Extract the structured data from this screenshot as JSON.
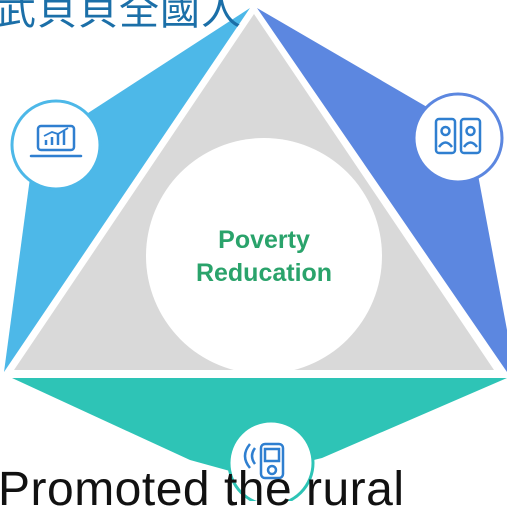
{
  "header": {
    "top_text": "武貝貝全國人"
  },
  "center": {
    "line1": "Poverty",
    "line2": "Reducation"
  },
  "footer": {
    "bottom_text": "Promoted the rural"
  },
  "icons": {
    "left": "laptop-chart-icon",
    "right": "video-call-tablet-icon",
    "bottom": "mobile-device-icon"
  },
  "colors": {
    "left_segment": "#4db8e8",
    "right_segment": "#5c87e0",
    "bottom_segment": "#2ec4b6",
    "triangle": "#d9d9d9",
    "center_circle": "#ffffff",
    "center_text": "#2aa36b",
    "icon_stroke": "#2f7fd0"
  }
}
